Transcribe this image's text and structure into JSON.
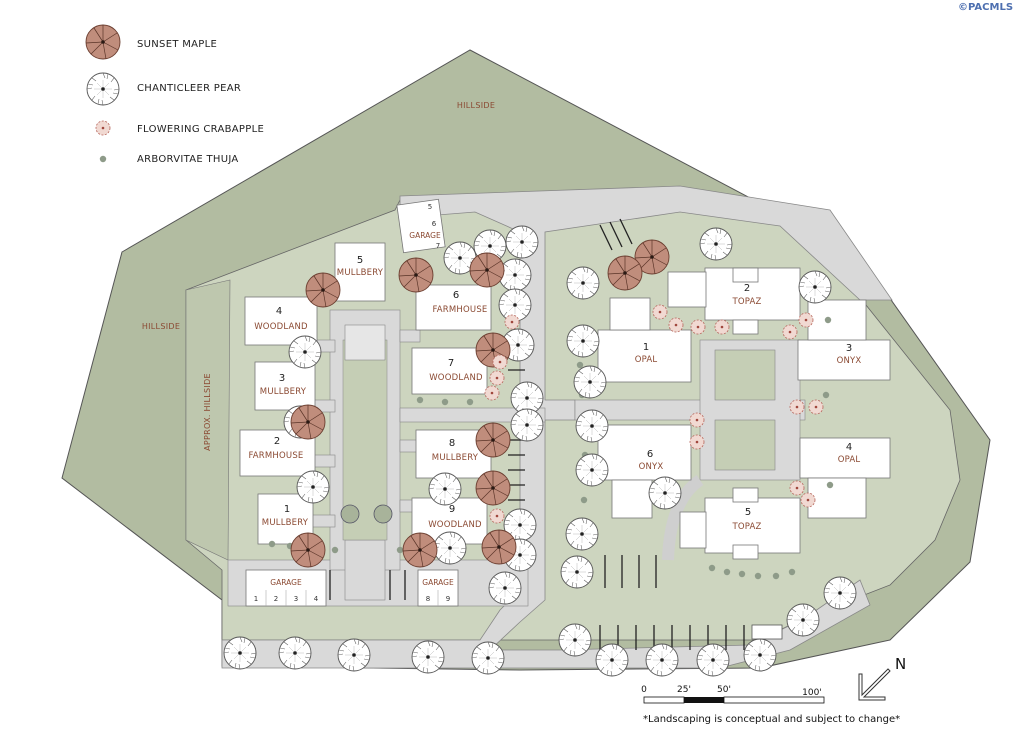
{
  "copyright": "©PACMLS",
  "legend": [
    {
      "key": "maple",
      "label": "SUNSET MAPLE",
      "icon": "sunset-maple-tree-icon"
    },
    {
      "key": "pear",
      "label": "CHANTICLEER PEAR",
      "icon": "chanticleer-pear-tree-icon"
    },
    {
      "key": "crab",
      "label": "FLOWERING CRABAPPLE",
      "icon": "flowering-crabapple-tree-icon"
    },
    {
      "key": "thuja",
      "label": "ARBORVITAE THUJA",
      "icon": "arborvitae-thuja-shrub-icon"
    }
  ],
  "areas": {
    "hillside_top": "HILLSIDE",
    "hillside_left": "HILLSIDE",
    "approx_hillside": "APPROX. HILLSIDE"
  },
  "buildings": [
    {
      "num": "5",
      "name": "MULLBERY"
    },
    {
      "num": "4",
      "name": "WOODLAND"
    },
    {
      "num": "3",
      "name": "MULLBERY"
    },
    {
      "num": "2",
      "name": "FARMHOUSE"
    },
    {
      "num": "1",
      "name": "MULLBERY"
    },
    {
      "num": "6",
      "name": "FARMHOUSE"
    },
    {
      "num": "7",
      "name": "WOODLAND"
    },
    {
      "num": "8",
      "name": "MULLBERY"
    },
    {
      "num": "9",
      "name": "WOODLAND"
    },
    {
      "num": "2",
      "name": "TOPAZ"
    },
    {
      "num": "1",
      "name": "OPAL"
    },
    {
      "num": "3",
      "name": "ONYX"
    },
    {
      "num": "6",
      "name": "ONYX"
    },
    {
      "num": "4",
      "name": "OPAL"
    },
    {
      "num": "5",
      "name": "TOPAZ"
    }
  ],
  "garages": [
    {
      "label": "GARAGE",
      "bays": [
        "5",
        "6",
        "7"
      ]
    },
    {
      "label": "GARAGE",
      "bays": [
        "1",
        "2",
        "3",
        "4"
      ]
    },
    {
      "label": "GARAGE",
      "bays": [
        "8",
        "9"
      ]
    }
  ],
  "north_label": "N",
  "scale_labels": [
    "0",
    "25'",
    "50'",
    "100'"
  ],
  "note": "*Landscaping is conceptual and subject to change*",
  "colors": {
    "hillside": "#b2bca1",
    "lawn": "#cdd5bf",
    "pavement": "#d9d9d9",
    "maple": "#c08d7c",
    "crabapple_fill": "#f1d9d2",
    "label": "#8b4a33"
  }
}
